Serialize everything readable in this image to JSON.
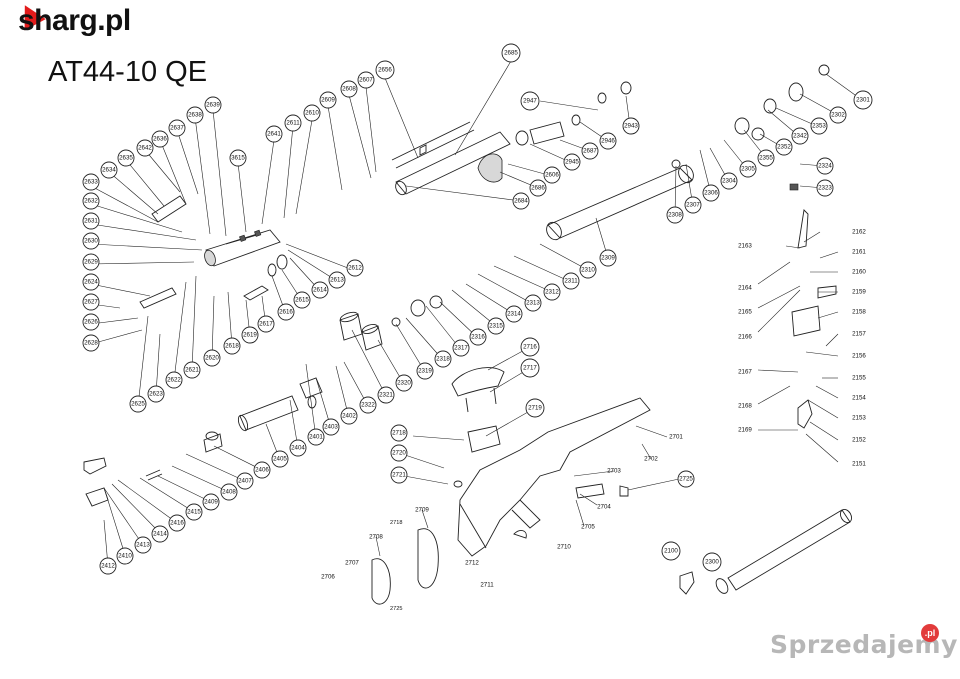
{
  "brand": {
    "logo_text": "sharg.pl",
    "model": "AT44-10 QE"
  },
  "watermark": {
    "text": "Sprzedajemy",
    "suffix": ".pl"
  },
  "callouts": [
    "2685",
    "2656",
    "2607",
    "2608",
    "2609",
    "2610",
    "2611",
    "2641",
    "2639",
    "3615",
    "2638",
    "2637",
    "2636",
    "2642",
    "2635",
    "2634",
    "2633",
    "2632",
    "2631",
    "2630",
    "2629",
    "2624",
    "2627",
    "2626",
    "2628",
    "2625",
    "2623",
    "2622",
    "2621",
    "2620",
    "2618",
    "2619",
    "2617",
    "2616",
    "2615",
    "2614",
    "2613",
    "2612",
    "2947",
    "2943",
    "2946",
    "2687",
    "2945",
    "2606",
    "2686",
    "2684",
    "2301",
    "2302",
    "2353",
    "2342",
    "2352",
    "2355",
    "2305",
    "2304",
    "2306",
    "2307",
    "2308",
    "2324",
    "2323",
    "2309",
    "2310",
    "2311",
    "2312",
    "2313",
    "2314",
    "2315",
    "2316",
    "2317",
    "2318",
    "2319",
    "2320",
    "2321",
    "2322",
    "2402",
    "2403",
    "2401",
    "2404",
    "2405",
    "2406",
    "2407",
    "2408",
    "2409",
    "2415",
    "2416",
    "2414",
    "2413",
    "2410",
    "2412",
    "2716",
    "2717",
    "2719",
    "2718",
    "2720",
    "2721",
    "2701",
    "2702",
    "2703",
    "2704",
    "2725",
    "2705",
    "2709",
    "2708",
    "2707",
    "2706",
    "2712",
    "2711",
    "2710",
    "2100",
    "2300",
    "2162",
    "2163",
    "2161",
    "2160",
    "2164",
    "2159",
    "2165",
    "2158",
    "2166",
    "2157",
    "2156",
    "2167",
    "2155",
    "2154",
    "2168",
    "2153",
    "2169",
    "2152",
    "2151"
  ],
  "small_labels": [
    "2718",
    "2725"
  ]
}
